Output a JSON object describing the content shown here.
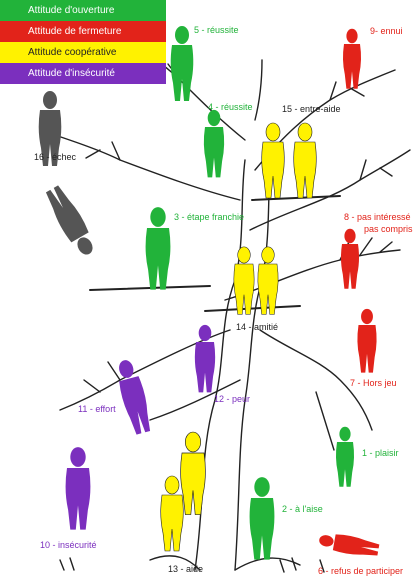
{
  "legend": [
    {
      "label": "Attitude d'ouverture",
      "color": "#22b33a"
    },
    {
      "label": "Attitude de fermeture",
      "color": "#e2231a"
    },
    {
      "label": "Attitude coopérative",
      "color": "#fff200"
    },
    {
      "label": "Attitude d'insécurité",
      "color": "#7b2fbe"
    }
  ],
  "labels": {
    "l1": "1 - plaisir",
    "l2": "2 - à l'aise",
    "l3": "3 - étape franchie",
    "l4": "4 - réussite",
    "l5": "5 - réussite",
    "l6": "6 - refus de participer",
    "l7": "7 - Hors jeu",
    "l8a": "8 - pas intéressé",
    "l8b": "pas compris",
    "l9": "9- ennui",
    "l10": "10 - insécurité",
    "l11": "11 - effort",
    "l12": "12 - peur",
    "l13": "13 - aide",
    "l14": "14 - amitié",
    "l15": "15 - entre-aide",
    "l16": "16 - échec"
  },
  "colors": {
    "green": "#22b33a",
    "red": "#e2231a",
    "yellow": "#fff200",
    "purple": "#7b2fbe",
    "gray": "#555555",
    "ink": "#222222"
  }
}
